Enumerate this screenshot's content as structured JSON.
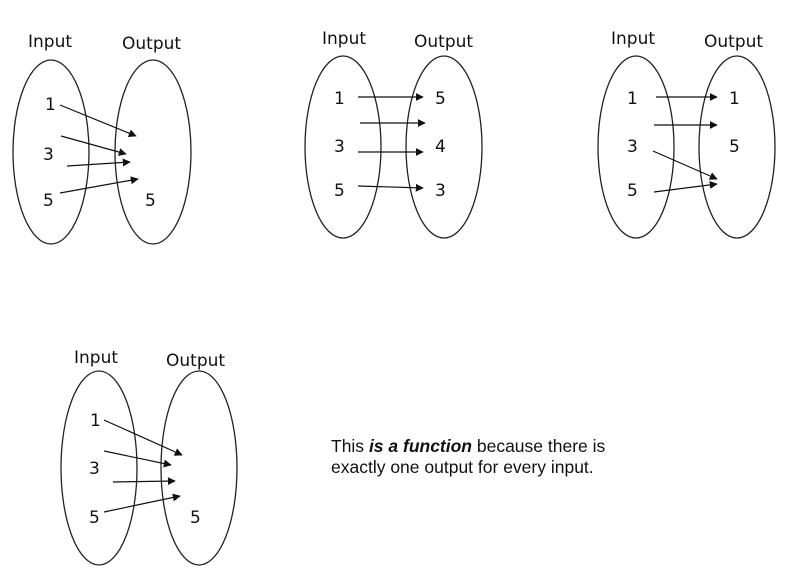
{
  "diagrams": [
    {
      "input_label": "Input",
      "output_label": "Output",
      "inputs": [
        "1",
        "3",
        "5"
      ],
      "outputs": [
        "5"
      ]
    },
    {
      "input_label": "Input",
      "output_label": "Output",
      "inputs": [
        "1",
        "3",
        "5"
      ],
      "outputs": [
        "5",
        "4",
        "3"
      ]
    },
    {
      "input_label": "Input",
      "output_label": "Output",
      "inputs": [
        "1",
        "3",
        "5"
      ],
      "outputs": [
        "1",
        "5"
      ]
    },
    {
      "input_label": "Input",
      "output_label": "Output",
      "inputs": [
        "1",
        "3",
        "5"
      ],
      "outputs": [
        "5"
      ]
    }
  ],
  "caption": {
    "prefix": "This ",
    "emphasis": "is a function",
    "suffix": " because there is exactly one output for every input."
  }
}
